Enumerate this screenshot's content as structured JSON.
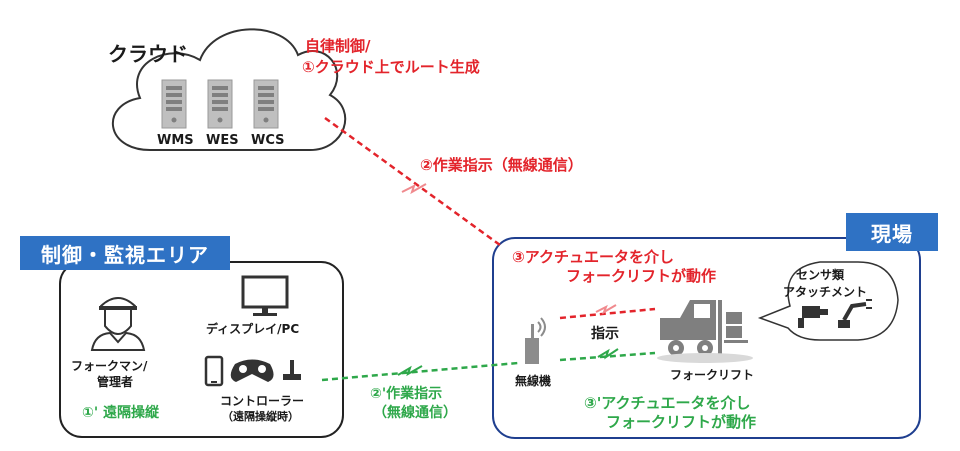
{
  "cloud": {
    "label": "クラウド",
    "servers": [
      "WMS",
      "WES",
      "WCS"
    ]
  },
  "cloud_note": {
    "line1": "自律制御/",
    "line2": "①クラウド上でルート生成"
  },
  "link_instruction": "②作業指示（無線通信）",
  "control_area": {
    "title": "制御・監視エリア",
    "person_label_1": "フォークマン/",
    "person_label_2": "管理者",
    "pc_label": "ディスプレイ/PC",
    "controller_label": "コントローラー",
    "controller_sub": "（遠隔操縦時）",
    "remote_op": "①' 遠隔操縦"
  },
  "site": {
    "title": "現場",
    "actuator_note_1": "③アクチュエータを介し",
    "actuator_note_2": "フォークリフトが動作",
    "sensor_label_1": "センサ類",
    "sensor_label_2": "アタッチメント",
    "instruction_label": "指示",
    "radio_label": "無線機",
    "forklift_label": "フォークリフト",
    "actuator_alt_1": "③'アクチュエータを介し",
    "actuator_alt_2": "フォークリフトが動作"
  },
  "link_instruction_alt_1": "②'作業指示",
  "link_instruction_alt_2": "（無線通信）",
  "colors": {
    "red": "#e3242b",
    "green": "#2ea84a",
    "blue": "#2f72c4",
    "panel_border_site": "#1f3f8f",
    "panel_border_control": "#222222"
  }
}
